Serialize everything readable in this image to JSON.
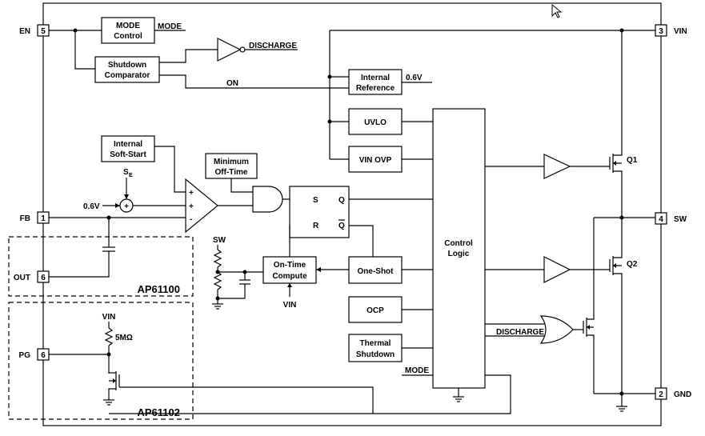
{
  "pins": {
    "en": {
      "name": "EN",
      "num": "5"
    },
    "fb": {
      "name": "FB",
      "num": "1"
    },
    "out": {
      "name": "OUT",
      "num": "6"
    },
    "pg": {
      "name": "PG",
      "num": "6"
    },
    "vin": {
      "name": "VIN",
      "num": "3"
    },
    "sw": {
      "name": "SW",
      "num": "4"
    },
    "gnd": {
      "name": "GND",
      "num": "2"
    }
  },
  "blocks": {
    "mode_control": [
      "MODE",
      "Control"
    ],
    "shutdown_comparator": [
      "Shutdown",
      "Comparator"
    ],
    "internal_reference": [
      "Internal",
      "Reference"
    ],
    "uvlo": "UVLO",
    "vin_ovp": "VIN OVP",
    "internal_softstart": [
      "Internal",
      "Soft-Start"
    ],
    "min_offtime": [
      "Minimum",
      "Off-Time"
    ],
    "ontime_compute": [
      "On-Time",
      "Compute"
    ],
    "one_shot": "One-Shot",
    "ocp": "OCP",
    "thermal_shutdown": [
      "Thermal",
      "Shutdown"
    ],
    "control_logic": [
      "Control",
      "Logic"
    ]
  },
  "signals": {
    "mode": "MODE",
    "discharge": "DISCHARGE",
    "discharge2": "DISCHARGE",
    "on": "ON",
    "ref_v": "0.6V",
    "fb_ref": "0.6V",
    "se": "S",
    "se_sub": "E",
    "sw_small": "SW",
    "vin_small": "VIN",
    "vin_pg": "VIN",
    "res_pg": "5MΩ",
    "mode_bottom": "MODE"
  },
  "latch": {
    "s": "S",
    "r": "R",
    "q": "Q",
    "qbar": "Q"
  },
  "transistors": {
    "q1": "Q1",
    "q2": "Q2"
  },
  "comparator": {
    "plus1": "+",
    "plus2": "+",
    "minus": "-",
    "sum": "+"
  },
  "variants": {
    "ap61100": "AP61100",
    "ap61102": "AP61102"
  }
}
